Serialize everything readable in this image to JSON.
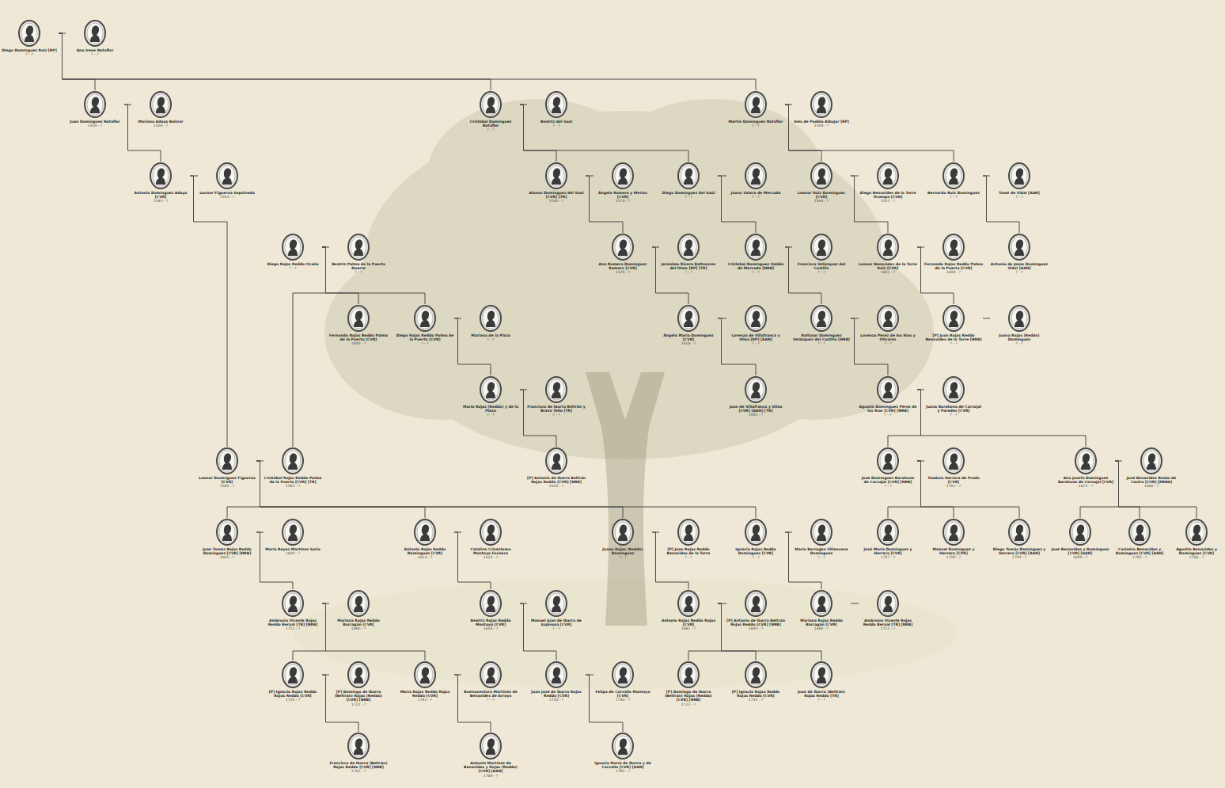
{
  "diagram": {
    "nodes": [
      {
        "text": [
          "Diego Domínguez Ruiz [RP]",
          "? - ?"
        ]
      },
      {
        "text": [
          "Ana Irene Notaflor",
          "? - ?"
        ]
      },
      {
        "text": [
          "Juan Domínguez Notaflor",
          "1504 - ?"
        ]
      },
      {
        "text": [
          "Mariana Adaya Bolívar",
          "1504 - ?"
        ]
      },
      {
        "text": [
          "Cristóbal Domínguez Notaflor",
          "? - ?"
        ]
      },
      {
        "text": [
          "Beatriz del Saúl",
          "? - ?"
        ]
      },
      {
        "text": [
          "Martín Domínguez Notaflor",
          "? - ?"
        ]
      },
      {
        "text": [
          "Inés de Puebla Albujar [RP]",
          "1554 - ?"
        ]
      },
      {
        "text": [
          "Antonio Domínguez Adaya [CVR]",
          "1543 - ?"
        ]
      },
      {
        "text": [
          "Leonor Figueroa Sepúlveda",
          "1553 - ?"
        ]
      },
      {
        "text": [
          "Alonso Domínguez del Saúl [CVR] [TR]",
          "1545 - ?"
        ]
      },
      {
        "text": [
          "Ángela Romero y Merlos [CVR]",
          "1574 - ?"
        ]
      },
      {
        "text": [
          "Diego Domínguez del Saúl",
          "? - ?"
        ]
      },
      {
        "text": [
          "Juana Valera de Mercado",
          "? - ?"
        ]
      },
      {
        "text": [
          "Leonor Ruiz Domínguez [CVR]",
          "1564 - ?"
        ]
      },
      {
        "text": [
          "Diego Benavides de la Torre Ocampo [CVR]",
          "1551 - ?"
        ]
      },
      {
        "text": [
          "Bernardo Ruiz Domínguez",
          "? - ?"
        ]
      },
      {
        "text": [
          "Tomé de Vidal [AAN]",
          "? - ?"
        ]
      },
      {
        "text": [
          "Diego Rojas Reddo Ocaña",
          "? - ?"
        ]
      },
      {
        "text": [
          "Beatriz Palma de la Puerta Duarte",
          "? - ?"
        ]
      },
      {
        "text": [
          "Ana Romero Domínguez Romero [CVR]",
          "1578 - ?"
        ]
      },
      {
        "text": [
          "Jerónimo Rivera Baltasares del Olmo [RP] [TR]",
          "? - ?"
        ]
      },
      {
        "text": [
          "Cristóbal Domínguez Valdés de Mercado [NRB]",
          "? - ?"
        ]
      },
      {
        "text": [
          "Francisca Velázquez del Castillo",
          "? - ?"
        ]
      },
      {
        "text": [
          "Leonor Benavides de la Torre Ruiz [CVR]",
          "1601 - ?"
        ]
      },
      {
        "text": [
          "Fernando Rojas Reddo Palma de la Puerta [CVR]",
          "1600 - ?"
        ]
      },
      {
        "text": [
          "Antonio de Jesús Domínguez Vidal [AAN]",
          "? - ?"
        ]
      },
      {
        "text": [
          "Fernando Rojas Reddo Palma de la Puerta [CVR]",
          "1600 - ?"
        ]
      },
      {
        "text": [
          "Diego Rojas Reddo Palma de la Puerta [CVR]",
          "? - ?"
        ]
      },
      {
        "text": [
          "Mariana de la Plaza",
          "? - ?"
        ]
      },
      {
        "text": [
          "Ángela María Domínguez [CVR]",
          "1618 - ?"
        ]
      },
      {
        "text": [
          "Lorenzo de Villafranca y Ulloa [RP] [AAN]",
          "? - ?"
        ]
      },
      {
        "text": [
          "Baltasar Domínguez Velázquez del Castillo [NRB]",
          "? - ?"
        ]
      },
      {
        "text": [
          "Lorenza Pérez de los Ríos y Olivares",
          "? - ?"
        ]
      },
      {
        "text": [
          "[P] Juan Rojas Reddo Benavides de la Torre [NRB]",
          "? - ?"
        ]
      },
      {
        "text": [
          "Juana Rojas (Reddo) Domínguez",
          "? - ?"
        ]
      },
      {
        "text": [
          "María Rojas (Reddo) y de la Plaza",
          "? - ?"
        ]
      },
      {
        "text": [
          "Francisco de Ibarra Beltrán y Bravo Tello [TR]",
          "? - ?"
        ]
      },
      {
        "text": [
          "Juan de Villafranca y Ulloa [CVR] [AAN] [TR]",
          "1645 - ?"
        ]
      },
      {
        "text": [
          "Agustín Domínguez Pérez de los Ríos [CVR] [NRB]",
          "? - ?"
        ]
      },
      {
        "text": [
          "Juana Barahona de Carvajal y Paredes [CVR]",
          "? - ?"
        ]
      },
      {
        "text": [
          "Leonor Domínguez Figueroa [CVR]",
          "1585 - ?"
        ]
      },
      {
        "text": [
          "Cristóbal Rojas Reddo Palma de la Puerta [CVR] [TR]",
          "1583 - ?"
        ]
      },
      {
        "text": [
          "[P] Antonio de Ibarra Beltrán Rojas Reddo [CVR] [NRB]",
          "1635 - ?"
        ]
      },
      {
        "text": [
          "José Domínguez Barahona de Carvajal [CVR] [NRB]",
          "? - ?"
        ]
      },
      {
        "text": [
          "Teodora Herrera de Prado [CVR]",
          "1702 - ?"
        ]
      },
      {
        "text": [
          "Ana Josefa Domínguez Barahona de Carvajal [CVR]",
          "1675 - ?"
        ]
      },
      {
        "text": [
          "José Benavides Brabo de Castro [CVR] [NRBA]",
          "1666 - ?"
        ]
      },
      {
        "text": [
          "Juan Tomás Rojas Reddo Domínguez [CVR] [NRB]",
          "1605 - ?"
        ]
      },
      {
        "text": [
          "María Reyes Martínez Sorio",
          "1609 - ?"
        ]
      },
      {
        "text": [
          "Antonio Rojas Reddo Domínguez [CVR]",
          "1613 - ?"
        ]
      },
      {
        "text": [
          "Catalina Crisóstomo Montoya Fonseca",
          "1633 - ?"
        ]
      },
      {
        "text": [
          "Juana Rojas (Reddo) Domínguez",
          "? - ?"
        ]
      },
      {
        "text": [
          "[P] Juan Rojas Reddo Benavides de la Torre",
          "? - ?"
        ]
      },
      {
        "text": [
          "Ignacia Rojas Reddo Domínguez [CVR]",
          "? - ?"
        ]
      },
      {
        "text": [
          "María Barragán Villanueva Domínguez",
          "? - ?"
        ]
      },
      {
        "text": [
          "José María Domínguez y Herrera [CVR]",
          "1707 - ?"
        ]
      },
      {
        "text": [
          "Manuel Domínguez y Herrera [CVR]",
          "1709 - ?"
        ]
      },
      {
        "text": [
          "Diego Tomás Domínguez y Herrera [CVR] [AAN]",
          "1709 - ?"
        ]
      },
      {
        "text": [
          "José Benavides y Domínguez [CVR] [AAN]",
          "1699 - ?"
        ]
      },
      {
        "text": [
          "Casimiro Benavides y Domínguez [CVR] [AAN]",
          "1700 - ?"
        ]
      },
      {
        "text": [
          "Agustín Benavides y Domínguez [CVR]",
          "1706 - ?"
        ]
      },
      {
        "text": [
          "Ambrosio Vicente Rojas Reddo Bernal [TR] [NRB]",
          "1711 - ?"
        ]
      },
      {
        "text": [
          "Mariana Rojas Reddo Barragán [CVR]",
          "1680 - ?"
        ]
      },
      {
        "text": [
          "Beatriz Rojas Reddo Montoya [CVR]",
          "1654 - ?"
        ]
      },
      {
        "text": [
          "Manuel Juan de Ibarra de Espinosa [CVR]",
          "? - ?"
        ]
      },
      {
        "text": [
          "Antonio Rojas Reddo Rojas [CVR]",
          "1681 - ?"
        ]
      },
      {
        "text": [
          "[P] Antonio de Ibarra Beltrán Rojas Reddo [CVR] [NRB]",
          "1695 - ?"
        ]
      },
      {
        "text": [
          "Mariana Rojas Reddo Barragán [CVR]",
          "1680 - ?"
        ]
      },
      {
        "text": [
          "Ambrosio Vicente Rojas Reddo Bernal [TR] [NRB]",
          "1711 - ?"
        ]
      },
      {
        "text": [
          "[P] Ignacio Rojas Reddo Rojas Reddo [CVR]",
          "1735 - ?"
        ]
      },
      {
        "text": [
          "[P] Domingo de Ibarra (Beltrán) Rojas (Reddo) [CVR] [NRB]",
          "1722 - ?"
        ]
      },
      {
        "text": [
          "María Rojas Reddo Rojas Reddo [CVR]",
          "1741 - ?"
        ]
      },
      {
        "text": [
          "Buenaventura Martínez de Benavides de Arroyo",
          "? - ?"
        ]
      },
      {
        "text": [
          "Juan José de Ibarra Rojas Reddo [CVR]",
          "1750 - ?"
        ]
      },
      {
        "text": [
          "Felipa de Carvallo Montoya [CVR]",
          "1740 - ?"
        ]
      },
      {
        "text": [
          "[P] Domingo de Ibarra (Beltrán) Rojas (Reddo) [CVR] [NRB]",
          "1722 - ?"
        ]
      },
      {
        "text": [
          "[P] Ignacio Rojas Reddo Rojas Reddo [CVR]",
          "1735 - ?"
        ]
      },
      {
        "text": [
          "Juan de Ibarra (Beltrán) Rojas Reddo [TR]",
          "? - ?"
        ]
      },
      {
        "text": [
          "Francisca de Ibarra (Beltrán) Rojas Reddo [CVR] [NRB]",
          "1762 - ?"
        ]
      },
      {
        "text": [
          "Antonio Martínez de Benavides y Rojas (Reddo) [CVR] [AAN]",
          "1768 - ?"
        ]
      },
      {
        "text": [
          "Ignacia María de Ibarra y de Carvallo [CVR] [AAN]",
          "1780 - ?"
        ]
      }
    ],
    "edges": [
      {
        "from": 0,
        "to": 1,
        "arrow": "none"
      },
      {
        "from": 2,
        "to": 3,
        "arrow": "none"
      },
      {
        "from": 4,
        "to": 5,
        "arrow": "none"
      },
      {
        "from": 6,
        "to": 7,
        "arrow": "none"
      },
      {
        "from": 8,
        "to": 9,
        "arrow": "none"
      },
      {
        "from": 10,
        "to": 11,
        "arrow": "none"
      },
      {
        "from": 12,
        "to": 13,
        "arrow": "none"
      },
      {
        "from": 14,
        "to": 15,
        "arrow": "none"
      },
      {
        "from": 16,
        "to": 17,
        "arrow": "none"
      },
      {
        "from": 18,
        "to": 19,
        "arrow": "none"
      },
      {
        "from": 20,
        "to": 21,
        "arrow": "none"
      },
      {
        "from": 22,
        "to": 23,
        "arrow": "none"
      },
      {
        "from": 24,
        "to": 25,
        "arrow": "none"
      },
      {
        "from": 28,
        "to": 29,
        "arrow": "none"
      },
      {
        "from": 30,
        "to": 31,
        "arrow": "none"
      },
      {
        "from": 32,
        "to": 33,
        "arrow": "none"
      },
      {
        "from": 34,
        "to": 35,
        "arrow": "none"
      },
      {
        "from": 36,
        "to": 37,
        "arrow": "none"
      },
      {
        "from": 39,
        "to": 40,
        "arrow": "none"
      },
      {
        "from": 41,
        "to": 42,
        "arrow": "none"
      },
      {
        "from": 44,
        "to": 45,
        "arrow": "none"
      },
      {
        "from": 46,
        "to": 47,
        "arrow": "none"
      },
      {
        "from": 48,
        "to": 49,
        "arrow": "none"
      },
      {
        "from": 50,
        "to": 51,
        "arrow": "none"
      },
      {
        "from": 52,
        "to": 53,
        "arrow": "none"
      },
      {
        "from": 54,
        "to": 55,
        "arrow": "none"
      },
      {
        "from": 62,
        "to": 63,
        "arrow": "none"
      },
      {
        "from": 64,
        "to": 65,
        "arrow": "none"
      },
      {
        "from": 66,
        "to": 67,
        "arrow": "none"
      },
      {
        "from": 68,
        "to": 69,
        "arrow": "none"
      },
      {
        "from": 70,
        "to": 71,
        "arrow": "none"
      },
      {
        "from": 72,
        "to": 73,
        "arrow": "none"
      },
      {
        "from": 74,
        "to": 75,
        "arrow": "none"
      },
      {
        "from": 0,
        "to": 2,
        "arrow": "none"
      },
      {
        "from": 0,
        "to": 4,
        "arrow": "none"
      },
      {
        "from": 0,
        "to": 6,
        "arrow": "none"
      },
      {
        "from": 2,
        "to": 8,
        "arrow": "none"
      },
      {
        "from": 4,
        "to": 10,
        "arrow": "none"
      },
      {
        "from": 4,
        "to": 12,
        "arrow": "none"
      },
      {
        "from": 6,
        "to": 14,
        "arrow": "none"
      },
      {
        "from": 6,
        "to": 16,
        "arrow": "none"
      },
      {
        "from": 8,
        "to": 41,
        "arrow": "none"
      },
      {
        "from": 10,
        "to": 20,
        "arrow": "none"
      },
      {
        "from": 12,
        "to": 22,
        "arrow": "none"
      },
      {
        "from": 14,
        "to": 24,
        "arrow": "none"
      },
      {
        "from": 16,
        "to": 26,
        "arrow": "none"
      },
      {
        "from": 18,
        "to": 27,
        "arrow": "none"
      },
      {
        "from": 18,
        "to": 28,
        "arrow": "none"
      },
      {
        "from": 18,
        "to": 42,
        "arrow": "none"
      },
      {
        "from": 20,
        "to": 30,
        "arrow": "none"
      },
      {
        "from": 22,
        "to": 32,
        "arrow": "none"
      },
      {
        "from": 24,
        "to": 34,
        "arrow": "none"
      },
      {
        "from": 28,
        "to": 36,
        "arrow": "none"
      },
      {
        "from": 30,
        "to": 38,
        "arrow": "none"
      },
      {
        "from": 32,
        "to": 39,
        "arrow": "none"
      },
      {
        "from": 36,
        "to": 43,
        "arrow": "none"
      },
      {
        "from": 39,
        "to": 44,
        "arrow": "none"
      },
      {
        "from": 39,
        "to": 46,
        "arrow": "none"
      },
      {
        "from": 41,
        "to": 48,
        "arrow": "none"
      },
      {
        "from": 41,
        "to": 50,
        "arrow": "none"
      },
      {
        "from": 41,
        "to": 52,
        "arrow": "none"
      },
      {
        "from": 41,
        "to": 54,
        "arrow": "none"
      },
      {
        "from": 44,
        "to": 56,
        "arrow": "none"
      },
      {
        "from": 44,
        "to": 57,
        "arrow": "none"
      },
      {
        "from": 44,
        "to": 58,
        "arrow": "none"
      },
      {
        "from": 46,
        "to": 59,
        "arrow": "none"
      },
      {
        "from": 46,
        "to": 60,
        "arrow": "none"
      },
      {
        "from": 46,
        "to": 61,
        "arrow": "none"
      },
      {
        "from": 48,
        "to": 62,
        "arrow": "none"
      },
      {
        "from": 50,
        "to": 64,
        "arrow": "none"
      },
      {
        "from": 52,
        "to": 66,
        "arrow": "none"
      },
      {
        "from": 54,
        "to": 68,
        "arrow": "none"
      },
      {
        "from": 62,
        "to": 70,
        "arrow": "none"
      },
      {
        "from": 62,
        "to": 72,
        "arrow": "none"
      },
      {
        "from": 64,
        "to": 74,
        "arrow": "none"
      },
      {
        "from": 66,
        "to": 76,
        "arrow": "none"
      },
      {
        "from": 66,
        "to": 77,
        "arrow": "none"
      },
      {
        "from": 66,
        "to": 78,
        "arrow": "none"
      },
      {
        "from": 70,
        "to": 79,
        "arrow": "none"
      },
      {
        "from": 72,
        "to": 80,
        "arrow": "none"
      },
      {
        "from": 74,
        "to": 81,
        "arrow": "none"
      }
    ]
  }
}
